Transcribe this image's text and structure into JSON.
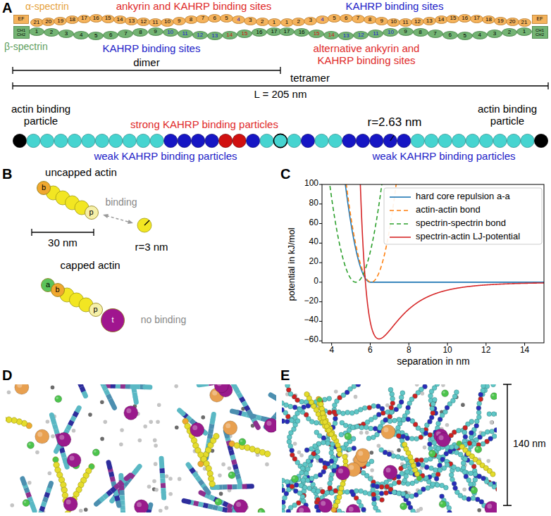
{
  "diagram": {
    "nodes": [
      {
        "text": [
          "EF"
        ]
      },
      {
        "text": [
          "CH1 CH2"
        ]
      },
      {
        "text": [
          "21"
        ]
      },
      {
        "text": [
          "20"
        ]
      },
      {
        "text": [
          "19"
        ]
      },
      {
        "text": [
          "18"
        ]
      },
      {
        "text": [
          "17"
        ]
      },
      {
        "text": [
          "16"
        ]
      },
      {
        "text": [
          "15"
        ]
      },
      {
        "text": [
          "14"
        ]
      },
      {
        "text": [
          "13"
        ]
      },
      {
        "text": [
          "12"
        ]
      },
      {
        "text": [
          "11"
        ]
      },
      {
        "text": [
          "10"
        ]
      },
      {
        "text": [
          "9"
        ]
      },
      {
        "text": [
          "8"
        ]
      },
      {
        "text": [
          "7"
        ]
      },
      {
        "text": [
          "6"
        ]
      },
      {
        "text": [
          "5"
        ]
      },
      {
        "text": [
          "4"
        ]
      },
      {
        "text": [
          "3"
        ]
      },
      {
        "text": [
          "2"
        ]
      },
      {
        "text": [
          "1"
        ]
      },
      {
        "text": [
          "1"
        ]
      },
      {
        "text": [
          "2"
        ]
      },
      {
        "text": [
          "3"
        ]
      },
      {
        "text": [
          "4"
        ]
      },
      {
        "text": [
          "5"
        ]
      },
      {
        "text": [
          "6"
        ]
      },
      {
        "text": [
          "7"
        ]
      },
      {
        "text": [
          "8"
        ]
      },
      {
        "text": [
          "9"
        ]
      },
      {
        "text": [
          "10"
        ]
      },
      {
        "text": [
          "11"
        ]
      },
      {
        "text": [
          "12"
        ]
      },
      {
        "text": [
          "13"
        ]
      },
      {
        "text": [
          "14"
        ]
      },
      {
        "text": [
          "15"
        ]
      },
      {
        "text": [
          "16"
        ]
      },
      {
        "text": [
          "17"
        ]
      },
      {
        "text": [
          "1"
        ]
      },
      {
        "text": [
          "2"
        ]
      },
      {
        "text": [
          "3"
        ]
      },
      {
        "text": [
          "4"
        ]
      },
      {
        "text": [
          "5"
        ]
      },
      {
        "text": [
          "6"
        ]
      },
      {
        "text": [
          "7"
        ]
      },
      {
        "text": [
          "8"
        ]
      },
      {
        "text": [
          "9"
        ]
      },
      {
        "text": [
          "10"
        ]
      },
      {
        "text": [
          "11"
        ]
      },
      {
        "text": [
          "12"
        ]
      },
      {
        "text": [
          "13"
        ]
      },
      {
        "text": [
          "14"
        ]
      },
      {
        "text": [
          "15"
        ]
      },
      {
        "text": [
          "16"
        ]
      },
      {
        "text": [
          "17"
        ]
      },
      {
        "text": [
          "18"
        ]
      },
      {
        "text": [
          "19"
        ]
      },
      {
        "text": [
          "20"
        ]
      },
      {
        "text": [
          "21"
        ]
      },
      {
        "text": [
          "17"
        ]
      },
      {
        "text": [
          "16"
        ]
      },
      {
        "text": [
          "15"
        ]
      },
      {
        "text": [
          "14"
        ]
      },
      {
        "text": [
          "13"
        ]
      },
      {
        "text": [
          "12"
        ]
      },
      {
        "text": [
          "11"
        ]
      },
      {
        "text": [
          "10"
        ]
      },
      {
        "text": [
          "9"
        ]
      },
      {
        "text": [
          "8"
        ]
      },
      {
        "text": [
          "7"
        ]
      },
      {
        "text": [
          "6"
        ]
      },
      {
        "text": [
          "5"
        ]
      },
      {
        "text": [
          "4"
        ]
      },
      {
        "text": [
          "3"
        ]
      },
      {
        "text": [
          "2"
        ]
      },
      {
        "text": [
          "1"
        ]
      },
      {
        "text": [
          "EF"
        ]
      },
      {
        "text": [
          "CH1 CH2"
        ]
      },
      {
        "text": [
          "b"
        ]
      },
      {
        "text": [
          "p"
        ]
      },
      {
        "text": [
          "a"
        ]
      },
      {
        "text": [
          "b"
        ]
      },
      {
        "text": [
          "p"
        ]
      },
      {
        "text": [
          "t"
        ]
      }
    ],
    "labels": [
      "A",
      "α-spectrin",
      "β-spectrin",
      "ankyrin and KAHRP binding sites",
      "KAHRP binding sites",
      "KAHRP binding sites",
      "alternative ankyrin and KAHRP binding sites",
      "dimer",
      "tetramer",
      "L = 205 nm",
      "actin binding particle",
      "strong KAHRP binding particles",
      "r=2.63 nm",
      "actin binding particle",
      "weak KAHRP binding particles",
      "weak KAHRP binding particles",
      "B",
      "uncapped actin",
      "binding",
      "r=3 nm",
      "30 nm",
      "capped actin",
      "no binding",
      "C",
      "potential in kJ/mol",
      "100",
      "80",
      "60",
      "40",
      "20",
      "0",
      "−20",
      "−40",
      "−60",
      "4",
      "6",
      "8",
      "10",
      "12",
      "14",
      "separation in nm",
      "D",
      "E",
      "140 nm"
    ],
    "legend": [
      {
        "text": "hard core repulsion a-a"
      },
      {
        "text": "actin-actin bond"
      },
      {
        "text": "spectrin-spectrin bond"
      },
      {
        "text": "spectrin-actin LJ-potential"
      }
    ]
  }
}
